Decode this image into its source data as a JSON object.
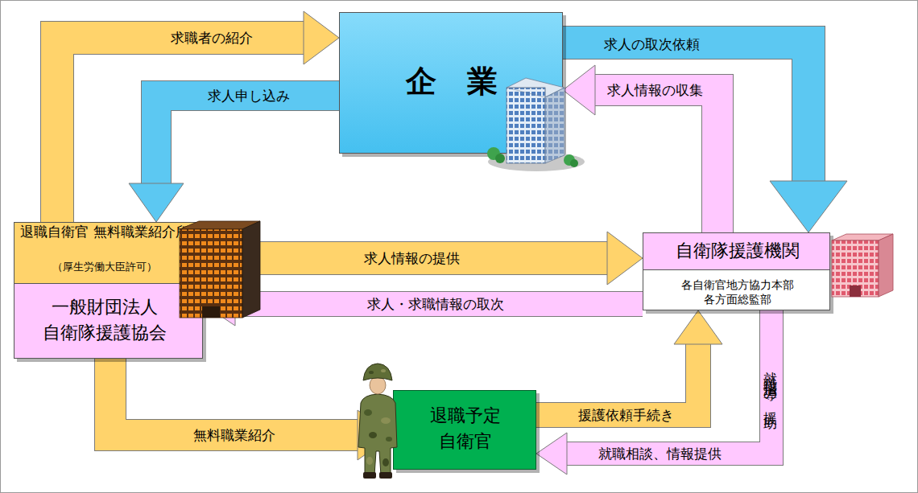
{
  "diagram": {
    "nodes": [
      {
        "text": [
          "企　業"
        ]
      },
      {
        "text": [
          "退職自衛官 無料職業紹介所",
          "（厚生労働大臣許可）",
          "一般財団法人 自衛隊援護協会"
        ]
      },
      {
        "text": [
          "自衛隊援護機関",
          "各自衛官地方協力本部 各方面総監部"
        ]
      },
      {
        "text": [
          "退職予定 自衛官"
        ]
      }
    ],
    "edges": [
      {
        "from": 1,
        "to": 0,
        "label": "求職者の紹介",
        "arrow": "to"
      },
      {
        "from": 0,
        "to": 1,
        "label": "求人申し込み",
        "arrow": "to"
      },
      {
        "from": 0,
        "to": 2,
        "label": "求人の取次依頼",
        "arrow": "to"
      },
      {
        "from": 2,
        "to": 0,
        "label": "求人情報の収集",
        "arrow": "to"
      },
      {
        "from": 1,
        "to": 2,
        "label": "求人情報の提供",
        "arrow": "to"
      },
      {
        "from": 2,
        "to": 1,
        "label": "求人・求職情報の取次",
        "arrow": "to"
      },
      {
        "from": 1,
        "to": 3,
        "label": "無料職業紹介",
        "arrow": "to"
      },
      {
        "from": 3,
        "to": 2,
        "label": "援護依頼手続き",
        "arrow": "to"
      },
      {
        "from": 2,
        "to": 3,
        "label": "就職相談、情報提供",
        "arrow": "to"
      }
    ],
    "labels": [
      "就職指導の援助"
    ]
  }
}
